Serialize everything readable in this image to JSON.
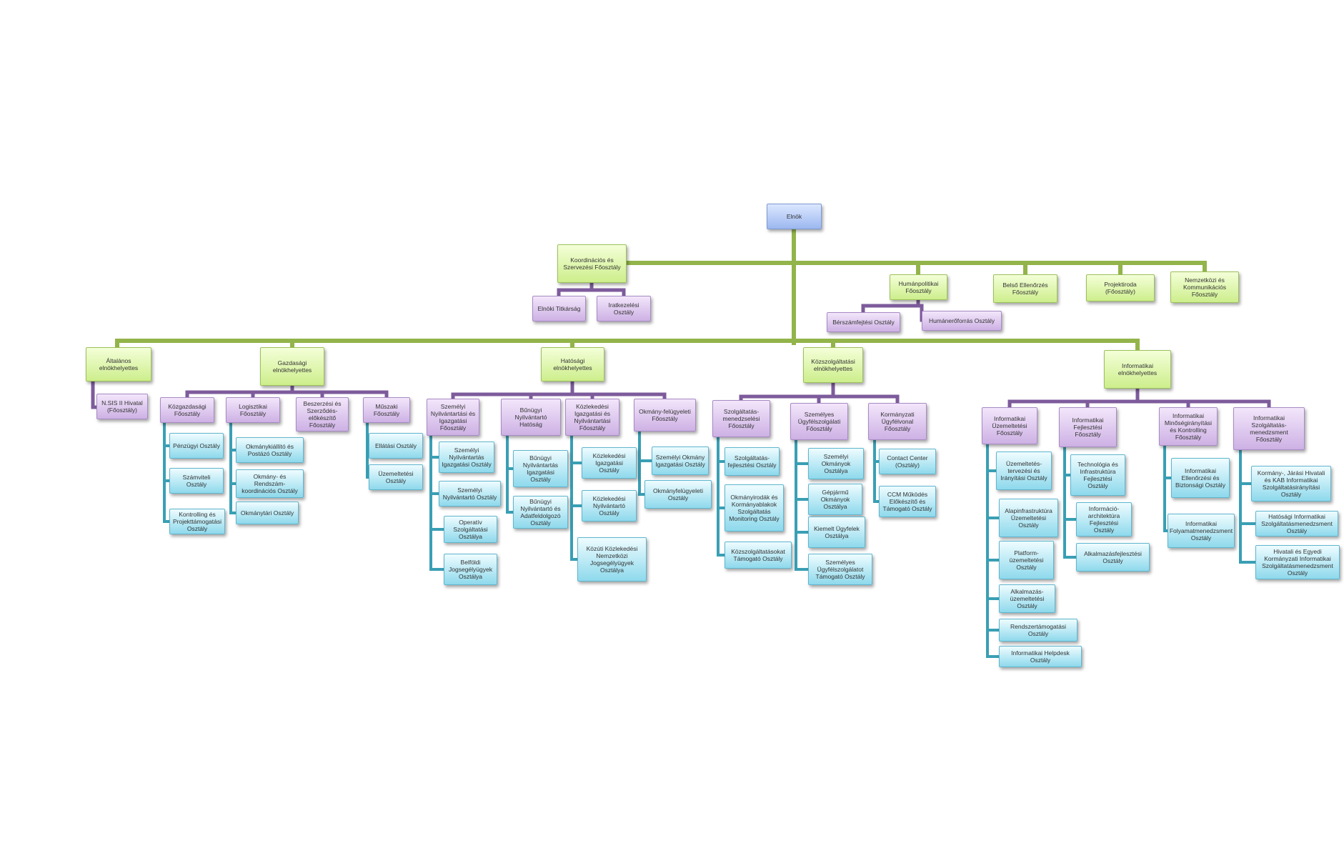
{
  "colors": {
    "green_line": "#92b44a",
    "purple_line": "#7d5b9b",
    "cyan_line": "#3a9fb4"
  },
  "nodes": {
    "elnok": "Elnök",
    "koord": "Koordinációs és Szervezési Főosztály",
    "elnoki_titk": "Elnöki Titkárság",
    "iratkez": "Iratkezelési Osztály",
    "human": "Humánpolitikai Főosztály",
    "berszam": "Bérszámfejtési Osztály",
    "humaneroforras": "Humánerőforrás Osztály",
    "belso": "Belső Ellenőrzés Főosztály",
    "projekt": "Projektiroda (Főosztály)",
    "nemzetkozi": "Nemzetközi és Kommunikációs Főosztály",
    "altalanos": "Általános elnökhelyettes",
    "nsish": "N.SIS II Hivatal (Főosztály)",
    "gazdasagi": "Gazdasági elnökhelyettes",
    "kozgazd": "Közgazdasági Főosztály",
    "penzugyi": "Pénzügyi Osztály",
    "szamviteli": "Számviteli Osztály",
    "kontrolling": "Kontrolling és Projekttámogatási Osztály",
    "logisztikai": "Logisztikai Főosztály",
    "okmanykiallito": "Okmánykiállító és Postázó Osztály",
    "okmany_rendszam": "Okmány- és Rendszám-koordinációs Osztály",
    "okmanytari": "Okmánytári Osztály",
    "beszerzesi": "Beszerzési és Szerződés-előkészítő Főosztály",
    "muszaki": "Műszaki Főosztály",
    "ellatasi": "Ellátási Osztály",
    "uzemeltetesi": "Üzemeltetési Osztály",
    "hatosagi": "Hatósági elnökhelyettes",
    "szny_fo": "Személyi Nyilvántartási és Igazgatási Főosztály",
    "szny_igaz": "Személyi Nyilvántartás Igazgatási Osztály",
    "szny_nyilv": "Személyi Nyilvántartó Osztály",
    "operativ": "Operatív Szolgáltatási Osztálya",
    "belfoldi": "Belföldi Jogsegélyügyek Osztálya",
    "bunugyi": "Bűnügyi Nyilvántartó Hatóság",
    "bun_igaz": "Bűnügyi Nyilvántartás Igazgatási Osztály",
    "bun_adat": "Bűnügyi Nyilvántartó és Adatfeldolgozó Osztály",
    "kozl_fo": "Közlekedési Igazgatási és Nyilvántartási Főosztály",
    "kozl_igaz": "Közlekedési Igazgatási Osztály",
    "kozl_nyilv": "Közlekedési Nyilvántartó Osztály",
    "kozuti": "Közúti Közlekedési Nemzetközi Jogsegélyügyek Osztálya",
    "okm_fel_fo": "Okmány-felügyeleti Főosztály",
    "szem_okm_igaz": "Személyi Okmány Igazgatási Osztály",
    "okm_fel_o": "Okmányfelügyeleti Osztály",
    "kozszolg": "Közszolgáltatási elnökhelyettes",
    "szolg_menedzs": "Szolgáltatás-menedzselési Főosztály",
    "szolg_fejl": "Szolgáltatás-fejlesztési Osztály",
    "okmanyirodak": "Okmányirodák és Kormányablakok Szolgáltatás Monitoring Osztály",
    "kozszolg_tam": "Közszolgáltatásokat Támogató Osztály",
    "szem_ugyf_fo": "Személyes Ügyfélszolgálati Főosztály",
    "szem_okm": "Személyi Okmányok Osztálya",
    "gepjarmu": "Gépjármű Okmányok Osztálya",
    "kiemelt": "Kiemelt Ügyfelek Osztálya",
    "szem_ugyf_tam": "Személyes Ügyfélszolgálatot Támogató Osztály",
    "korm_ugyf": "Kormányzati Ügyfélvonal Főosztály",
    "contact": "Contact Center (Osztály)",
    "ccm": "CCM Működés Előkészítő és Támogató Osztály",
    "informatikai": "Informatikai elnökhelyettes",
    "inf_uzem_fo": "Informatikai Üzemeltetési Főosztály",
    "uzem_terv": "Üzemeltetés-tervezési és Irányítási Osztály",
    "alapinfra": "Alapinfrastruktúra Üzemeltetési Osztály",
    "platform": "Platform-üzemeltetési Osztály",
    "alkalm_uzem": "Alkalmazás-üzemeltetési Osztály",
    "rendszertam": "Rendszertámogatási Osztály",
    "helpdesk": "Informatikai Helpdesk Osztály",
    "inf_fejl_fo": "Informatikai Fejlesztési Főosztály",
    "techn": "Technológia és Infrastruktúra Fejlesztési Osztály",
    "informacio": "Információ-architektúra Fejlesztési Osztály",
    "alkalm_fejl": "Alkalmazásfejlesztési Osztály",
    "inf_minoseg_fo": "Informatikai Minőségirányítási és Kontrolling Főosztály",
    "inf_ellenorzes": "Informatikai Ellenőrzési és Biztonsági Osztály",
    "inf_folyamat": "Informatikai Folyamatmenedzsment Osztály",
    "inf_szolg_fo": "Informatikai Szolgáltatás-menedzsment Főosztály",
    "korm_jarasi": "Kormány-, Járási Hivatali és KAB Informatikai Szolgáltatásirányítási Osztály",
    "hatosagi_inf": "Hatósági Informatikai Szolgáltatásmenedzsment Osztály",
    "hivatali": "Hivatali és Egyedi Kormányzati Informatikai Szolgáltatásmenedzsment Osztály"
  }
}
